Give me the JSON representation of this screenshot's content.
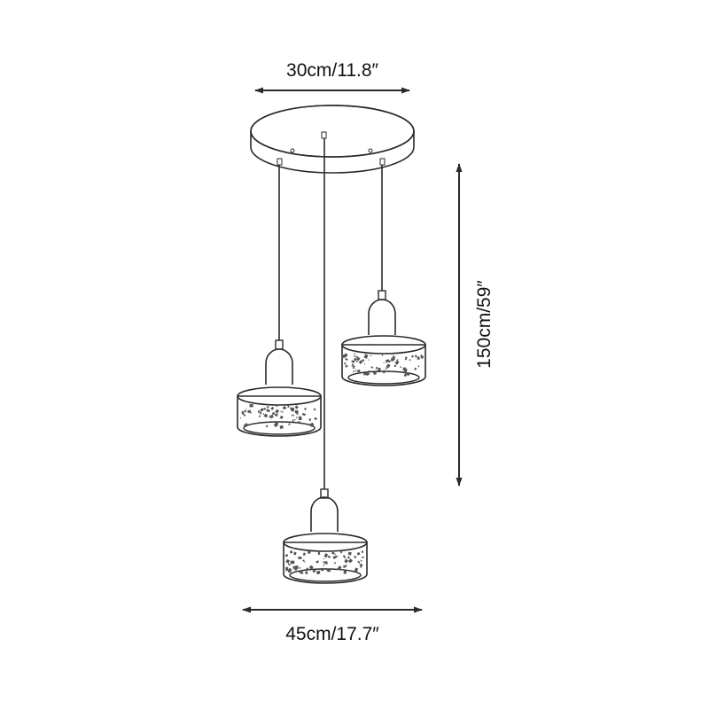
{
  "dimensions": {
    "canopy_width": "30cm/11.8″",
    "overall_width": "45cm/17.7″",
    "overall_height": "150cm/59″"
  },
  "colors": {
    "line": "#2a2a2a",
    "terrazzo_fleck": "#555555",
    "background": "#ffffff"
  },
  "pendants": [
    {
      "name": "left-pendant"
    },
    {
      "name": "right-pendant"
    },
    {
      "name": "center-pendant"
    }
  ]
}
